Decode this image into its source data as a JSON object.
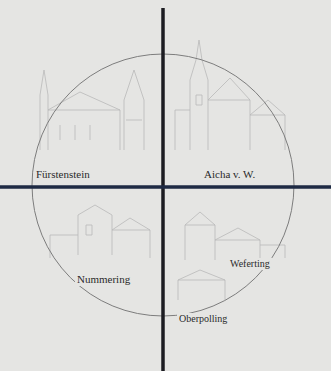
{
  "diagram": {
    "labels": [
      "Fürstenstein",
      "Aicha v. W.",
      "Nummering",
      "Weferting",
      "Oberpolling"
    ]
  }
}
